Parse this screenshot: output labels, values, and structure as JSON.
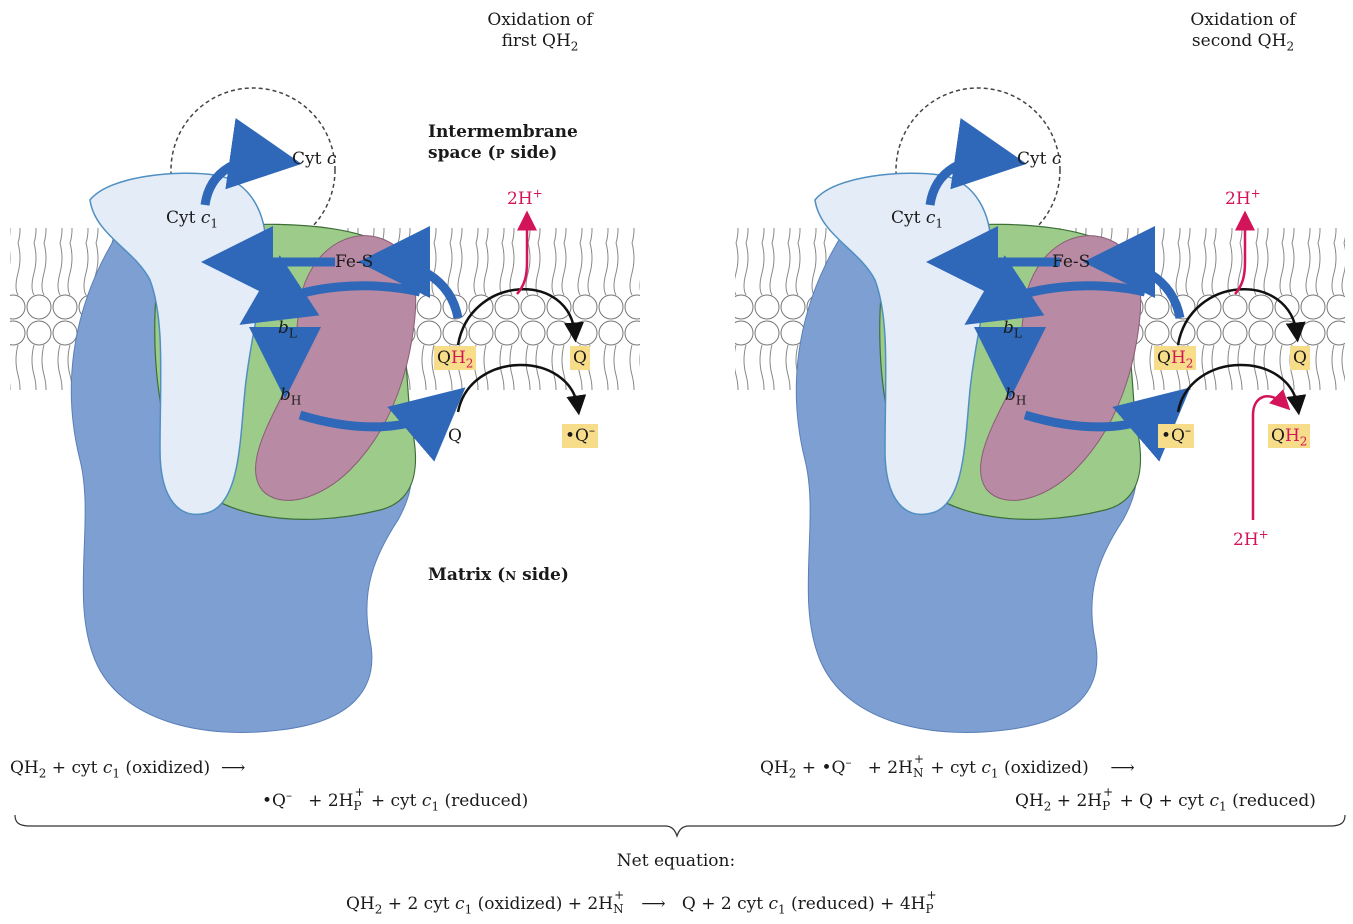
{
  "panel1": {
    "title_line1": "Oxidation of",
    "title_line2": "first QH",
    "title_sub": "2",
    "cyt_c": "Cyt ",
    "cyt_c_it": "c",
    "cyt_c1": "Cyt ",
    "cyt_c1_it": "c",
    "cyt_c1_sub": "1",
    "fes": "Fe-S",
    "bL": "b",
    "bL_sub": "L",
    "bH": "b",
    "bH_sub": "H",
    "h_plus": "2H",
    "h_plus_sup": "+",
    "qh2_q": "Q",
    "qh2_h": "H",
    "qh2_sub": "2",
    "q_right": "Q",
    "q_lower": "Q",
    "semiq": "Q",
    "semiq_dot": "•",
    "semiq_minus": "–"
  },
  "panel2": {
    "title_line1": "Oxidation of",
    "title_line2": "second QH",
    "title_sub": "2",
    "cyt_c": "Cyt ",
    "cyt_c_it": "c",
    "cyt_c1": "Cyt ",
    "cyt_c1_it": "c",
    "cyt_c1_sub": "1",
    "fes": "Fe-S",
    "bL": "b",
    "bL_sub": "L",
    "bH": "b",
    "bH_sub": "H",
    "h_plus_top": "2H",
    "h_plus_bottom": "2H",
    "h_plus_sup": "+",
    "qh2_q": "Q",
    "qh2_h": "H",
    "qh2_sub": "2",
    "q_right": "Q",
    "semiq": "Q",
    "semiq_dot": "•",
    "semiq_minus": "–",
    "qh2b_q": "Q",
    "qh2b_h": "H",
    "qh2b_sub": "2"
  },
  "side_labels": {
    "intermembrane_1": "Intermembrane",
    "intermembrane_2": "space (",
    "intermembrane_sc": "p",
    "intermembrane_3": " side)",
    "matrix_1": "Matrix (",
    "matrix_sc": "n",
    "matrix_2": " side)"
  },
  "equations": {
    "eq1_line1_a": "QH",
    "eq1_line1_b": " + cyt ",
    "eq1_line1_c": "(oxidized)",
    "eq1_line2_a": "Q",
    "eq1_line2_b": " + 2H",
    "eq1_line2_c": " + cyt ",
    "eq1_line2_d": "(reduced)",
    "eq2_line1_a": "QH",
    "eq2_line1_b": " + ",
    "eq2_line1_c": "Q",
    "eq2_line1_d": " + 2H",
    "eq2_line1_e": " + cyt ",
    "eq2_line1_f": "(oxidized)",
    "eq2_line2_a": "QH",
    "eq2_line2_b": " + 2H",
    "eq2_line2_c": " + Q + cyt ",
    "eq2_line2_d": "(reduced)",
    "net_label": "Net equation:",
    "net_a": "QH",
    "net_b": " + 2 cyt ",
    "net_c": "(oxidized) + 2H",
    "net_d": "Q + 2 cyt ",
    "net_e": "(reduced) + 4H",
    "sub2": "2",
    "c": "c",
    "c_sub": "1",
    "plus": "+",
    "N": "N",
    "P": "P",
    "arrow": "⟶"
  },
  "colors": {
    "blue_protein": "#7e9fd2",
    "pale_protein": "#e4ecf7",
    "green_protein": "#9dcc8a",
    "mauve_protein": "#b98aa3",
    "arrow_blue": "#2f68b8",
    "proton_red": "#d4145a",
    "quinone_box": "#f7dc8a"
  }
}
